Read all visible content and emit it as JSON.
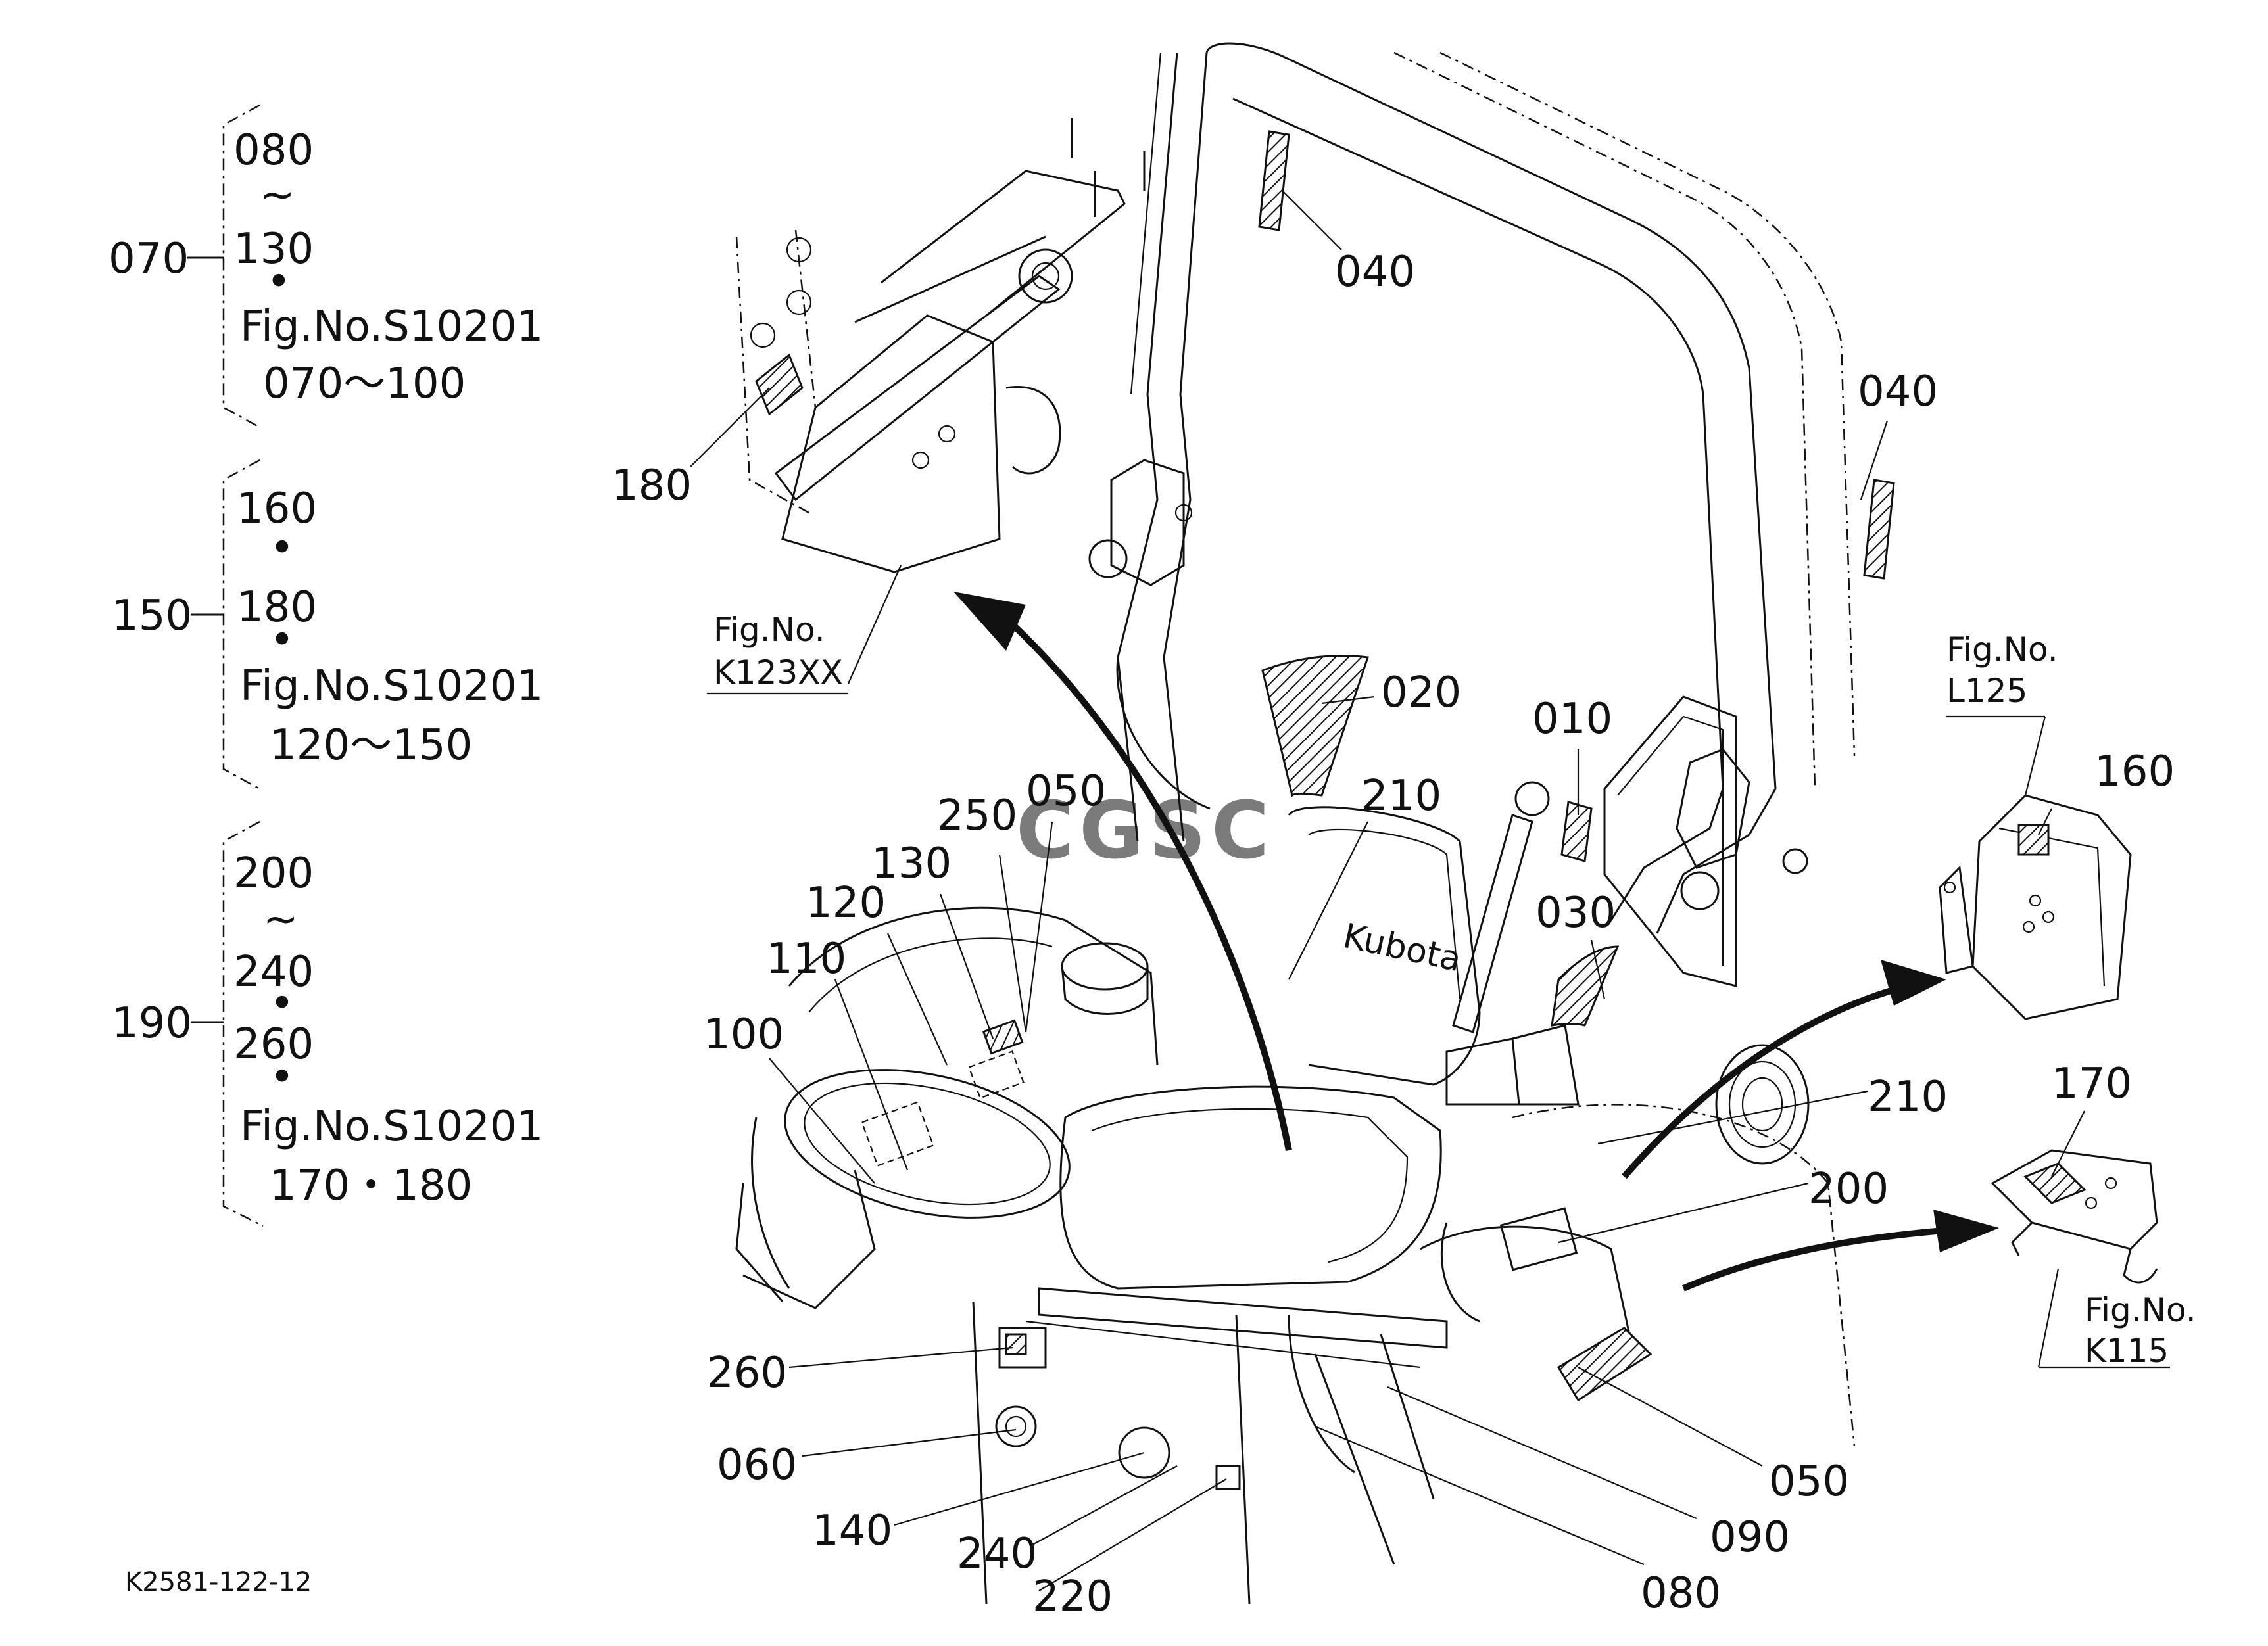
{
  "groups": [
    {
      "parent": "070",
      "lines": [
        "080",
        "~",
        "130",
        "•",
        "Fig.No.S10201",
        "070～100"
      ]
    },
    {
      "parent": "150",
      "lines": [
        "160",
        "•",
        "180",
        "•",
        "Fig.No.S10201",
        "120～150"
      ]
    },
    {
      "parent": "190",
      "lines": [
        "200",
        "~",
        "240",
        "•",
        "260",
        "•",
        "Fig.No.S10201",
        "170・180"
      ]
    }
  ],
  "callouts": {
    "c010": "010",
    "c020": "020",
    "c030": "030",
    "c040a": "040",
    "c040b": "040",
    "c050a": "050",
    "c050b": "050",
    "c060": "060",
    "c080a": "080",
    "c090": "090",
    "c100": "100",
    "c110": "110",
    "c120": "120",
    "c130": "130",
    "c140": "140",
    "c160": "160",
    "c170": "170",
    "c180": "180",
    "c200": "200",
    "c210a": "210",
    "c210b": "210",
    "c220": "220",
    "c240": "240",
    "c250": "250",
    "c260": "260"
  },
  "figrefs": {
    "k123": {
      "line1": "Fig.No.",
      "line2": "K123XX"
    },
    "l125": {
      "line1": "Fig.No.",
      "line2": "L125"
    },
    "k115": {
      "line1": "Fig.No.",
      "line2": "K115"
    }
  },
  "watermark": "CGSC",
  "drawing_code": "K2581-122-12",
  "colors": {
    "ink": "#111111",
    "wm_blue": "#4a86e8",
    "wm_red": "#e06666",
    "wm_yellow": "#f1c232",
    "wm_green": "#6aa84f"
  }
}
